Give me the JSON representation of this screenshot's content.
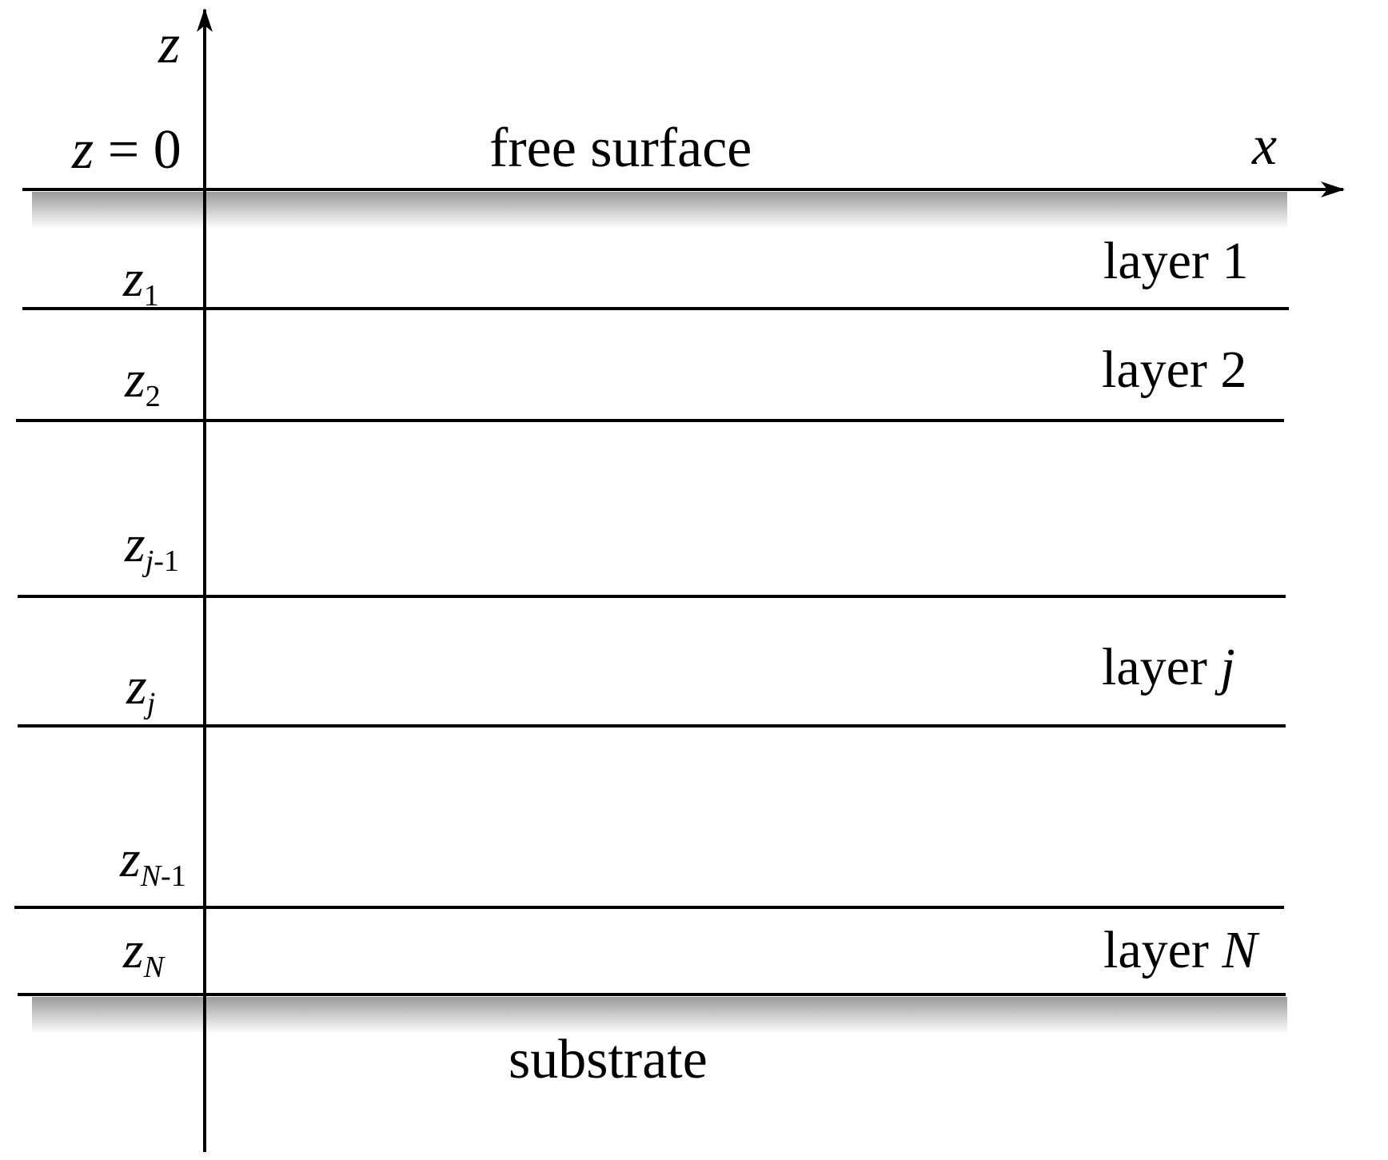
{
  "axes": {
    "z_label": "z",
    "x_label": "x",
    "origin_var": "z",
    "origin_eq": " = 0"
  },
  "labels": {
    "free_surface": "free surface",
    "substrate": "substrate",
    "layer_word": "layer",
    "layer_1_index": "1",
    "layer_2_index": "2",
    "layer_j_index": "j",
    "layer_N_index": "N"
  },
  "interfaces": {
    "z_var": "z",
    "z1_sub": "1",
    "z2_sub": "2",
    "zj1_sub_var": "j",
    "zj1_sub_rest": "-1",
    "zj_sub": "j",
    "zN1_sub_var": "N",
    "zN1_sub_rest": "-1",
    "zN_sub": "N"
  },
  "colors": {
    "line": "#000000",
    "shade": "#9a9a9a",
    "background": "#ffffff"
  }
}
